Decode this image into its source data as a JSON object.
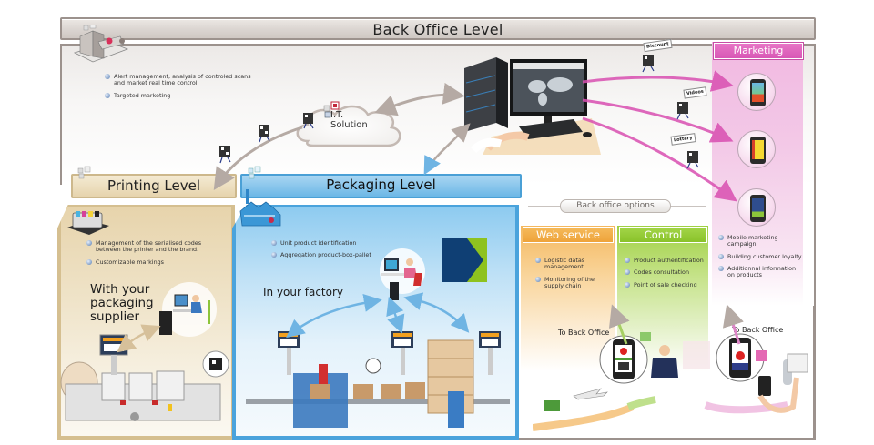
{
  "back_office": {
    "title": "Back Office  Level",
    "bullets": [
      "Alert management, analysis of  controled  scans and market real time control.",
      "Targeted marketing"
    ]
  },
  "it_solution": {
    "line1": "I.T.",
    "line2": "Solution"
  },
  "marketing": {
    "title": "Marketing",
    "signs": [
      "Discount",
      "Videos",
      "Lottery"
    ],
    "bullets": [
      "Mobile marketing campaign",
      "Building customer loyalty",
      "Additionnal information on products"
    ],
    "to_back_office": "To Back Office"
  },
  "printing": {
    "title": "Printing Level",
    "bullets": [
      "Management  of the serialised codes between the printer and the brand.",
      "Customizable markings"
    ],
    "caption_lines": [
      "With your",
      "packaging",
      "supplier"
    ]
  },
  "packaging": {
    "title": "Packaging Level",
    "bullets": [
      "Unit product identification",
      "Aggregation product-box-pallet"
    ],
    "caption": "In your factory"
  },
  "back_office_options": {
    "label": "Back office options",
    "web_service": {
      "title": "Web service",
      "bullets": [
        "Logistic datas management",
        "Monitoring of the supply chain"
      ],
      "to_back_office": "To Back Office"
    },
    "control": {
      "title": "Control",
      "bullets": [
        "Product authentification",
        "Codes consultation",
        "Point of sale checking"
      ]
    }
  },
  "colors": {
    "back_office": "#9c928d",
    "printing": "#d5bf90",
    "packaging": "#4aa3dc",
    "marketing": "#dd5fba",
    "web_service": "#f0a83f",
    "control": "#8cc42c"
  }
}
